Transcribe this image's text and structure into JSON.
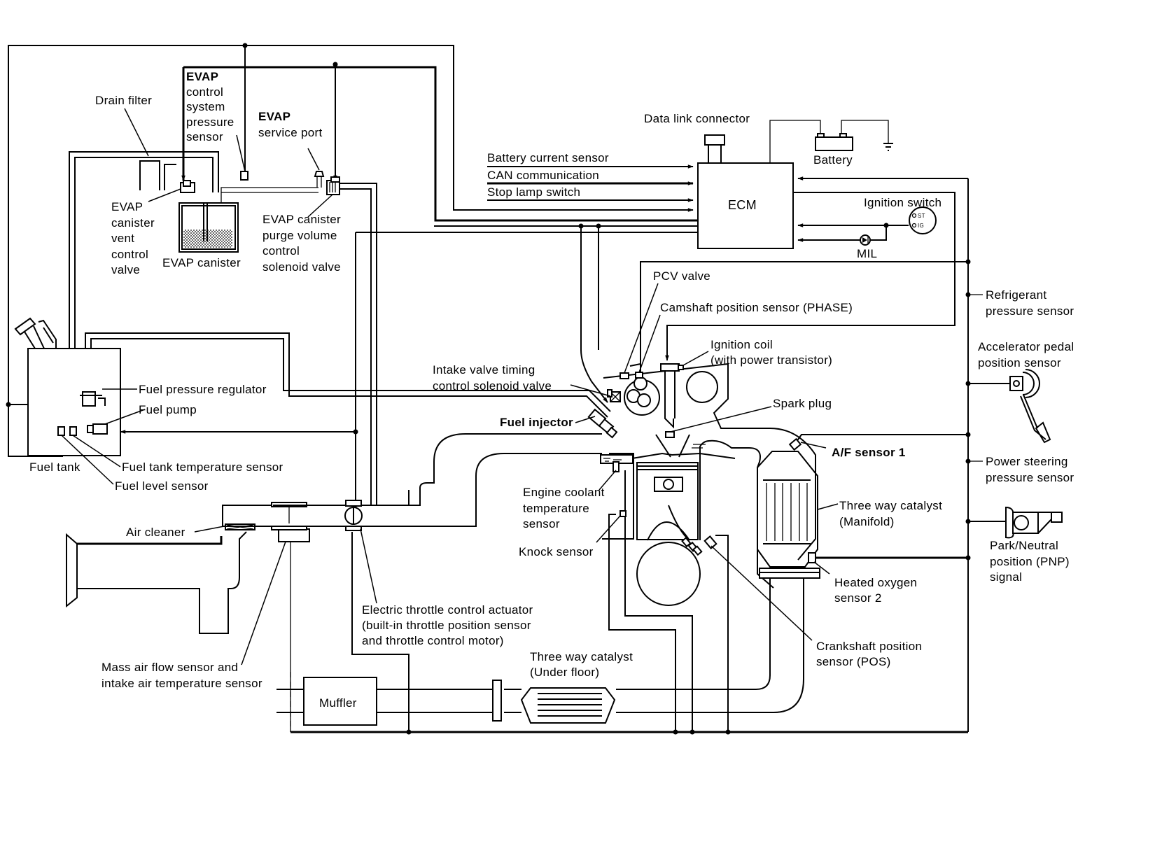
{
  "diagram": {
    "title": "Engine control system diagram",
    "ecm": {
      "label": "ECM"
    },
    "ecm_inputs_left": [
      "Battery current sensor",
      "CAN communication",
      "Stop lamp switch"
    ],
    "top_components": {
      "data_link_connector": "Data link connector",
      "battery": "Battery",
      "ignition_switch": "Ignition switch",
      "ignition_switch_terminals": [
        "ST",
        "IG"
      ],
      "mil": "MIL"
    },
    "evap": {
      "drain_filter": "Drain filter",
      "pressure_sensor": [
        "EVAP",
        "control",
        "system",
        "pressure",
        "sensor"
      ],
      "service_port": [
        "EVAP",
        "service port"
      ],
      "vent_valve": [
        "EVAP",
        "canister",
        "vent",
        "control",
        "valve"
      ],
      "canister": "EVAP canister",
      "purge_valve": [
        "EVAP canister",
        "purge volume",
        "control",
        "solenoid valve"
      ]
    },
    "fuel_system": {
      "fuel_pressure_regulator": "Fuel pressure regulator",
      "fuel_pump": "Fuel pump",
      "fuel_tank": "Fuel tank",
      "fuel_tank_temperature_sensor": "Fuel tank temperature sensor",
      "fuel_level_sensor": "Fuel level sensor"
    },
    "intake": {
      "air_cleaner": "Air cleaner",
      "maf_sensor": [
        "Mass air flow sensor and",
        "intake air temperature sensor"
      ],
      "throttle_actuator": [
        "Electric throttle control actuator",
        "(built-in throttle position sensor",
        "and throttle control motor)"
      ]
    },
    "engine": {
      "pcv_valve": "PCV valve",
      "camshaft_sensor": "Camshaft position sensor (PHASE)",
      "ignition_coil": [
        "Ignition coil",
        "(with power transistor)"
      ],
      "ivt_solenoid": [
        "Intake valve timing",
        "control solenoid valve"
      ],
      "spark_plug": "Spark plug",
      "fuel_injector": "Fuel injector",
      "coolant_temp_sensor": [
        "Engine coolant",
        "temperature",
        "sensor"
      ],
      "knock_sensor": "Knock sensor",
      "crankshaft_sensor": [
        "Crankshaft position",
        "sensor (POS)"
      ]
    },
    "exhaust": {
      "af_sensor": "A/F sensor 1",
      "twc_manifold": [
        "Three way catalyst",
        "(Manifold)"
      ],
      "ho2s2": [
        "Heated oxygen",
        "sensor 2"
      ],
      "twc_underfloor": [
        "Three way catalyst",
        "(Under floor)"
      ],
      "muffler": "Muffler"
    },
    "right_inputs": {
      "refrigerant": [
        "Refrigerant",
        "pressure sensor"
      ],
      "accelerator": [
        "Accelerator pedal",
        "position sensor"
      ],
      "power_steering": [
        "Power steering",
        "pressure sensor"
      ],
      "pnp": [
        "Park/Neutral",
        "position (PNP)",
        "signal"
      ]
    }
  }
}
